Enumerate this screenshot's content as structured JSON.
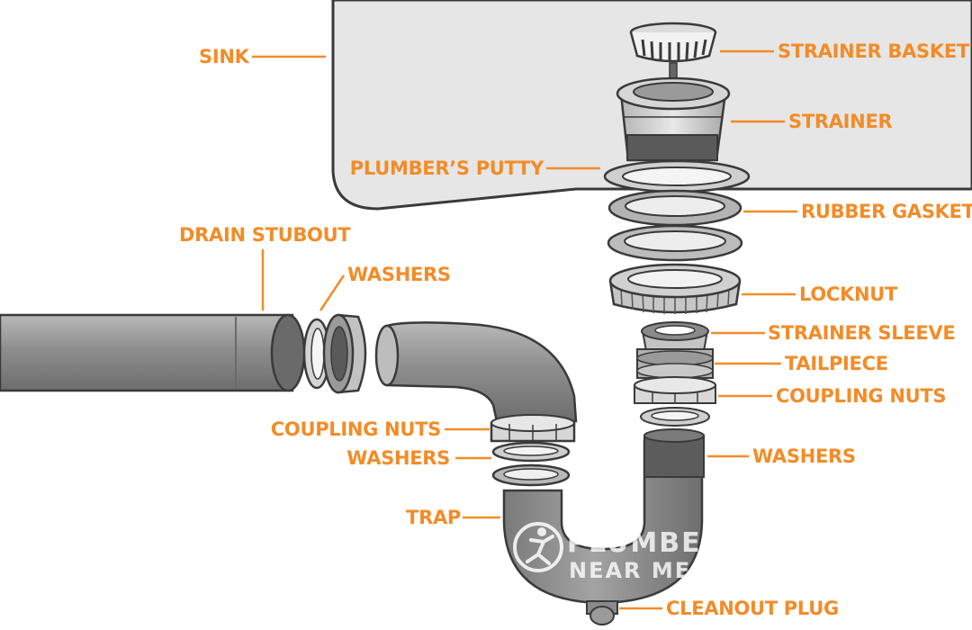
{
  "labels": {
    "sink": "SINK",
    "strainer_basket": "STRAINER BASKET",
    "strainer": "STRAINER",
    "plumbers_putty": "PLUMBER’S PUTTY",
    "rubber_gasket": "RUBBER GASKET",
    "drain_stubout": "DRAIN STUBOUT",
    "washers_top": "WASHERS",
    "locknut": "LOCKNUT",
    "strainer_sleeve": "STRAINER SLEEVE",
    "tailpiece": "TAILPIECE",
    "coupling_nuts_right": "COUPLING NUTS",
    "coupling_nuts_left": "COUPLING NUTS",
    "washers_left": "WASHERS",
    "washers_right": "WASHERS",
    "trap": "TRAP",
    "cleanout_plug": "CLEANOUT PLUG"
  },
  "watermark": {
    "line1": "PLUMBER",
    "line2": "NEAR ME"
  },
  "colors": {
    "label": "#f28c28",
    "outline": "#3a3a3a",
    "sink_fill": "#e6e6e6",
    "pipe_fill": "#9a9a9a",
    "part_fill": "#cfcfcf",
    "dark_fill": "#555555"
  }
}
